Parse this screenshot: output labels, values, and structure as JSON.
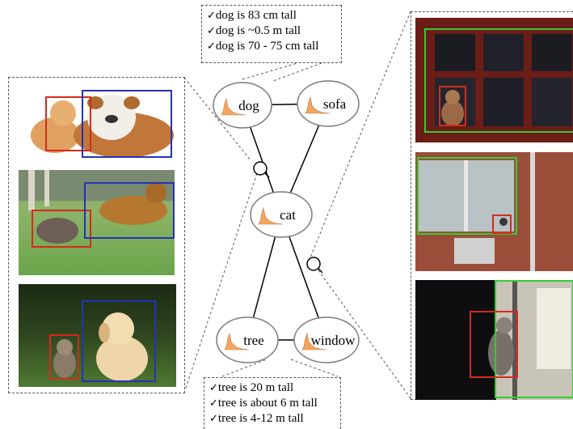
{
  "nodes": [
    {
      "id": "dog",
      "label": "dog"
    },
    {
      "id": "sofa",
      "label": "sofa"
    },
    {
      "id": "cat",
      "label": "cat"
    },
    {
      "id": "tree",
      "label": "tree"
    },
    {
      "id": "window",
      "label": "window"
    }
  ],
  "edges": [
    [
      "dog",
      "sofa"
    ],
    [
      "dog",
      "cat"
    ],
    [
      "sofa",
      "cat"
    ],
    [
      "cat",
      "tree"
    ],
    [
      "cat",
      "window"
    ],
    [
      "tree",
      "window"
    ]
  ],
  "dog_facts": {
    "check": "✓",
    "items": [
      "dog is 83 cm tall",
      "dog is ~0.5 m tall",
      "dog is 70 - 75 cm tall"
    ]
  },
  "tree_facts": {
    "check": "✓",
    "items": [
      "tree is 20 m tall",
      "tree is about 6 m tall",
      "tree is 4-12 m tall"
    ]
  },
  "colors": {
    "cat_box": "#d42a1e",
    "dog_box": "#2432b8",
    "window_box": "#33cc33",
    "histogram_fill": "#f4a460",
    "node_stroke": "#7a7a7a"
  },
  "photo_panels": {
    "left": [
      "cat and bulldog",
      "cat and dog on grass",
      "kitten and puppy"
    ],
    "right": [
      "cat in window",
      "cat at brick wall window",
      "cat at dark window"
    ]
  }
}
